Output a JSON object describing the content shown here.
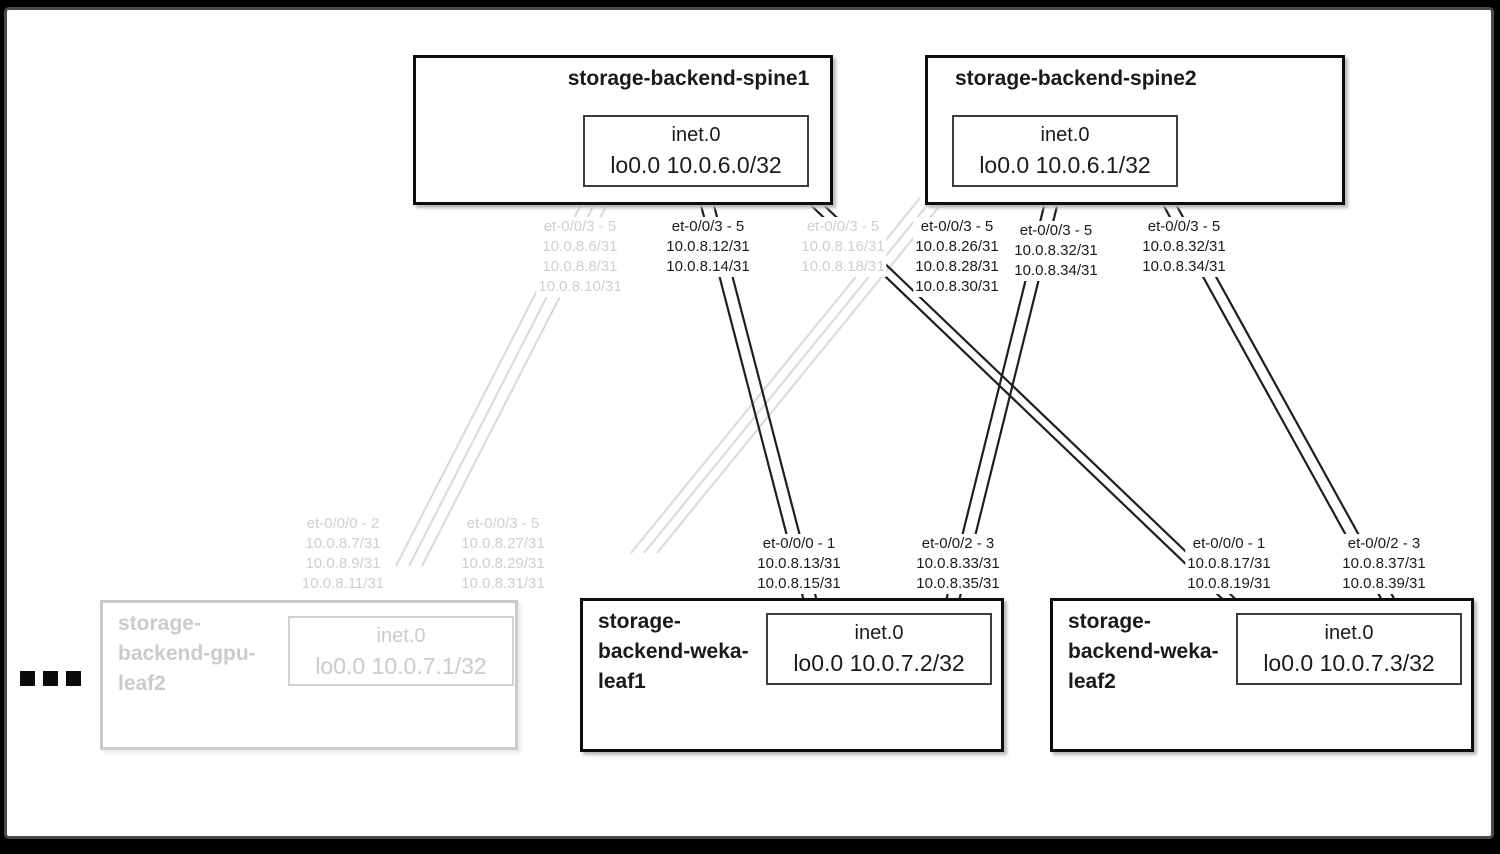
{
  "colors": {
    "background": "#000000",
    "panel_border": "#4a4a4a",
    "active_line": "#1f1f1f",
    "faded_line": "#dcdcdc",
    "active_text": "#1a1a1a",
    "faded_text": "#cfcfcf"
  },
  "nodes": {
    "spine1": {
      "title": "storage-backend-spine1",
      "table": "inet.0",
      "loopback": "lo0.0 10.0.6.0/32"
    },
    "spine2": {
      "title": "storage-backend-spine2",
      "table": "inet.0",
      "loopback": "lo0.0 10.0.6.1/32"
    },
    "gpu_leaf2": {
      "title": "storage-backend-gpu-leaf2",
      "table": "inet.0",
      "loopback": "lo0.0 10.0.7.1/32"
    },
    "weka_leaf1": {
      "title": "storage-backend-weka-leaf1",
      "table": "inet.0",
      "loopback": "lo0.0 10.0.7.2/32"
    },
    "weka_leaf2": {
      "title": "storage-backend-weka-leaf2",
      "table": "inet.0",
      "loopback": "lo0.0 10.0.7.3/32"
    }
  },
  "interface_labels": [
    {
      "id": "spine1-left",
      "faded": true,
      "lines": [
        "et-0/0/3 - 5",
        "10.0.8.6/31",
        "10.0.8.8/31",
        "10.0.8.10/31"
      ]
    },
    {
      "id": "spine1-mid",
      "faded": false,
      "lines": [
        "et-0/0/3 - 5",
        "10.0.8.12/31",
        "10.0.8.14/31"
      ]
    },
    {
      "id": "spine1-right",
      "faded": true,
      "lines": [
        "et-0/0/3 - 5",
        "10.0.8.16/31",
        "10.0.8.18/31"
      ]
    },
    {
      "id": "spine2-left",
      "faded": false,
      "lines": [
        "et-0/0/3 - 5",
        "10.0.8.26/31",
        "10.0.8.28/31",
        "10.0.8.30/31"
      ]
    },
    {
      "id": "spine2-mid",
      "faded": false,
      "lines": [
        "et-0/0/3 - 5",
        "10.0.8.32/31",
        "10.0.8.34/31"
      ]
    },
    {
      "id": "spine2-right",
      "faded": false,
      "lines": [
        "et-0/0/3 - 5",
        "10.0.8.32/31",
        "10.0.8.34/31"
      ]
    },
    {
      "id": "gpu-leaf2-left",
      "faded": true,
      "lines": [
        "et-0/0/0 - 2",
        "10.0.8.7/31",
        "10.0.8.9/31",
        "10.0.8.11/31"
      ]
    },
    {
      "id": "gpu-leaf2-right",
      "faded": true,
      "lines": [
        "et-0/0/3 - 5",
        "10.0.8.27/31",
        "10.0.8.29/31",
        "10.0.8.31/31"
      ]
    },
    {
      "id": "weka-leaf1-left",
      "faded": false,
      "lines": [
        "et-0/0/0 - 1",
        "10.0.8.13/31",
        "10.0.8.15/31"
      ]
    },
    {
      "id": "weka-leaf1-right",
      "faded": false,
      "lines": [
        "et-0/0/2 - 3",
        "10.0.8.33/31",
        "10.0.8.35/31"
      ]
    },
    {
      "id": "weka-leaf2-left",
      "faded": false,
      "lines": [
        "et-0/0/0 - 1",
        "10.0.8.17/31",
        "10.0.8.19/31"
      ]
    },
    {
      "id": "weka-leaf2-right",
      "faded": false,
      "lines": [
        "et-0/0/2 - 3",
        "10.0.8.37/31",
        "10.0.8.39/31"
      ]
    }
  ],
  "links": [
    {
      "name": "link-spine1-to-gpu-leaf2",
      "color": "#dcdcdc",
      "strokes": [
        [
          588,
          191,
          396,
          566
        ],
        [
          601,
          191,
          409,
          566
        ],
        [
          614,
          191,
          422,
          566
        ]
      ]
    },
    {
      "name": "link-spine2-to-gpu-leaf2",
      "color": "#dcdcdc",
      "strokes": [
        [
          920,
          198,
          631,
          553
        ],
        [
          933,
          198,
          644,
          553
        ],
        [
          946,
          198,
          657,
          553
        ]
      ]
    },
    {
      "name": "link-spine1-to-weka-leaf1",
      "color": "#1f1f1f",
      "strokes": [
        [
          697,
          190,
          807,
          613
        ],
        [
          710,
          190,
          820,
          613
        ]
      ]
    },
    {
      "name": "link-spine1-to-weka-leaf2",
      "color": "#1f1f1f",
      "strokes": [
        [
          795,
          190,
          1237,
          613
        ],
        [
          808,
          190,
          1250,
          613
        ]
      ]
    },
    {
      "name": "link-spine2-to-weka-leaf1",
      "color": "#1f1f1f",
      "strokes": [
        [
          1048,
          190,
          943,
          613
        ],
        [
          1061,
          190,
          956,
          613
        ]
      ]
    },
    {
      "name": "link-spine2-to-weka-leaf2",
      "color": "#1f1f1f",
      "strokes": [
        [
          1155,
          190,
          1389,
          613
        ],
        [
          1168,
          190,
          1402,
          613
        ]
      ]
    }
  ],
  "ellipsis": {
    "squares": 3
  }
}
